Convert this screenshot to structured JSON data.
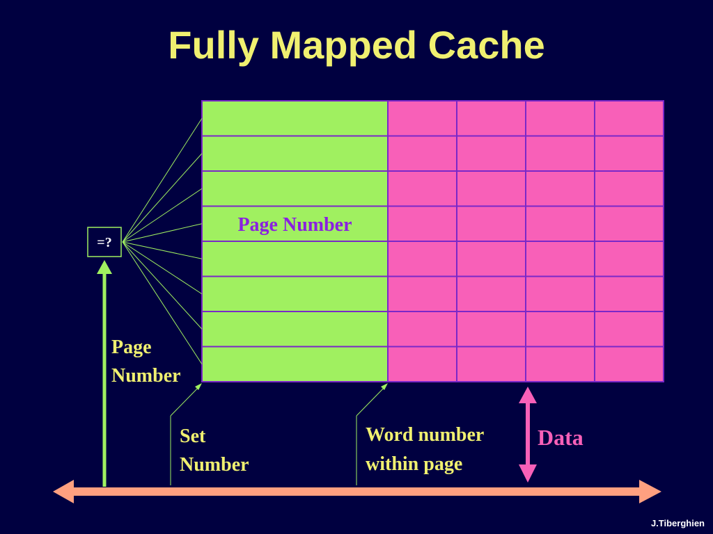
{
  "title": "Fully Mapped Cache",
  "comparator_label": "=?",
  "table_row_label": "Page Number",
  "left_arrow_label": [
    "Page",
    "Number"
  ],
  "set_number_label": [
    "Set",
    "Number"
  ],
  "word_number_label": [
    "Word number",
    "within page"
  ],
  "data_label": "Data",
  "author": "J.Tiberghien",
  "cache": {
    "rows": 8,
    "data_columns": 4,
    "labeled_row_index": 3
  },
  "colors": {
    "background": "#000040",
    "title": "#f0f070",
    "tag_fill": "#a0f060",
    "data_fill": "#f860b8",
    "grid_line": "#7a28c8",
    "row_label": "#8a20e0",
    "bus_arrow": "#ffa080",
    "left_arrow": "#a0f060",
    "data_arrow": "#f860b8",
    "text": "#f0f070",
    "data_text": "#f860b8"
  }
}
